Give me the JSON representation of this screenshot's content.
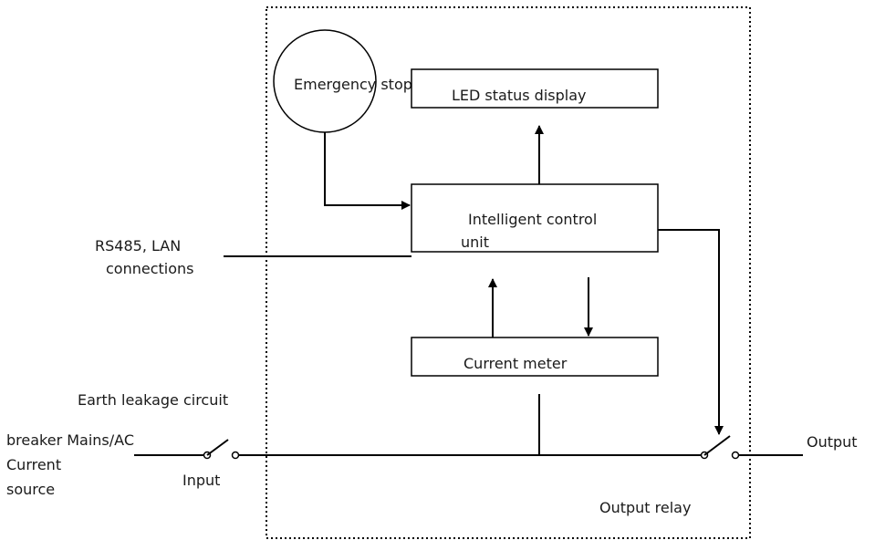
{
  "labels": {
    "emergency_stop": "Emergency stop",
    "led_status_display": "LED status display",
    "intelligent_control_line1": "Intelligent control",
    "intelligent_control_line2": "unit",
    "rs485_line1": "RS485, LAN",
    "rs485_line2": "connections",
    "current_meter": "Current meter",
    "earth_leakage": "Earth leakage circuit",
    "mains_line1": "breaker Mains/AC",
    "mains_line2": "Current",
    "mains_line3": "source",
    "input": "Input",
    "output": "Output",
    "output_relay": "Output relay"
  }
}
